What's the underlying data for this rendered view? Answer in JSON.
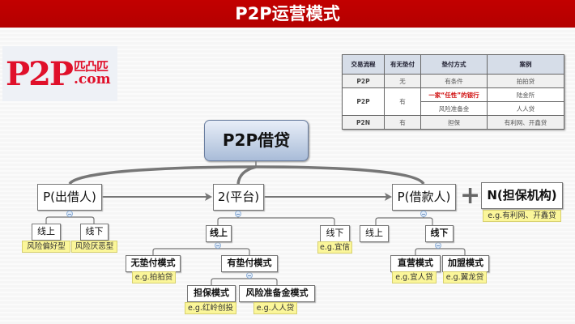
{
  "title": "P2P运营模式",
  "logo": {
    "main": "P2P",
    "side_top": "匹凸匹",
    "side_bottom": ".com"
  },
  "table": {
    "headers": [
      "交易流程",
      "有无垫付",
      "垫付方式",
      "案例"
    ],
    "rows": [
      {
        "flow": "P2P",
        "advance": "无",
        "method": "有条件",
        "case": "拍拍贷"
      },
      {
        "flow": "P2P",
        "advance": "有",
        "method": "一家“任性”的银行",
        "case": "陆金所"
      },
      {
        "method": "风险准备金",
        "case": "人人贷"
      },
      {
        "flow": "P2N",
        "advance": "有",
        "method": "担保",
        "case": "有利网、开鑫贷"
      }
    ]
  },
  "diagram": {
    "root": "P2P借贷",
    "lender": {
      "label": "P(出借人)",
      "children": [
        {
          "label": "线上",
          "note": "风险偏好型"
        },
        {
          "label": "线下",
          "note": "风险厌恶型"
        }
      ]
    },
    "platform": {
      "label": "2(平台)",
      "online": {
        "label": "线上",
        "no_advance": {
          "label": "无垫付模式",
          "note": "e.g.拍拍贷"
        },
        "advance": {
          "label": "有垫付模式",
          "children": [
            {
              "label": "担保模式",
              "note": "e.g.红岭创投"
            },
            {
              "label": "风险准备金模式",
              "note": "e.g.人人贷"
            }
          ]
        }
      },
      "offline": {
        "label": "线下",
        "note": "e.g.宜信"
      }
    },
    "borrower": {
      "label": "P(借款人)",
      "online": {
        "label": "线上"
      },
      "offline": {
        "label": "线下",
        "children": [
          {
            "label": "直营模式",
            "note": "e.g.宜人贷"
          },
          {
            "label": "加盟模式",
            "note": "e.g.翼龙贷"
          }
        ]
      }
    },
    "plus": "+",
    "guarantor": {
      "label": "N(担保机构)",
      "note": "e.g.有利网、开鑫贷"
    }
  }
}
